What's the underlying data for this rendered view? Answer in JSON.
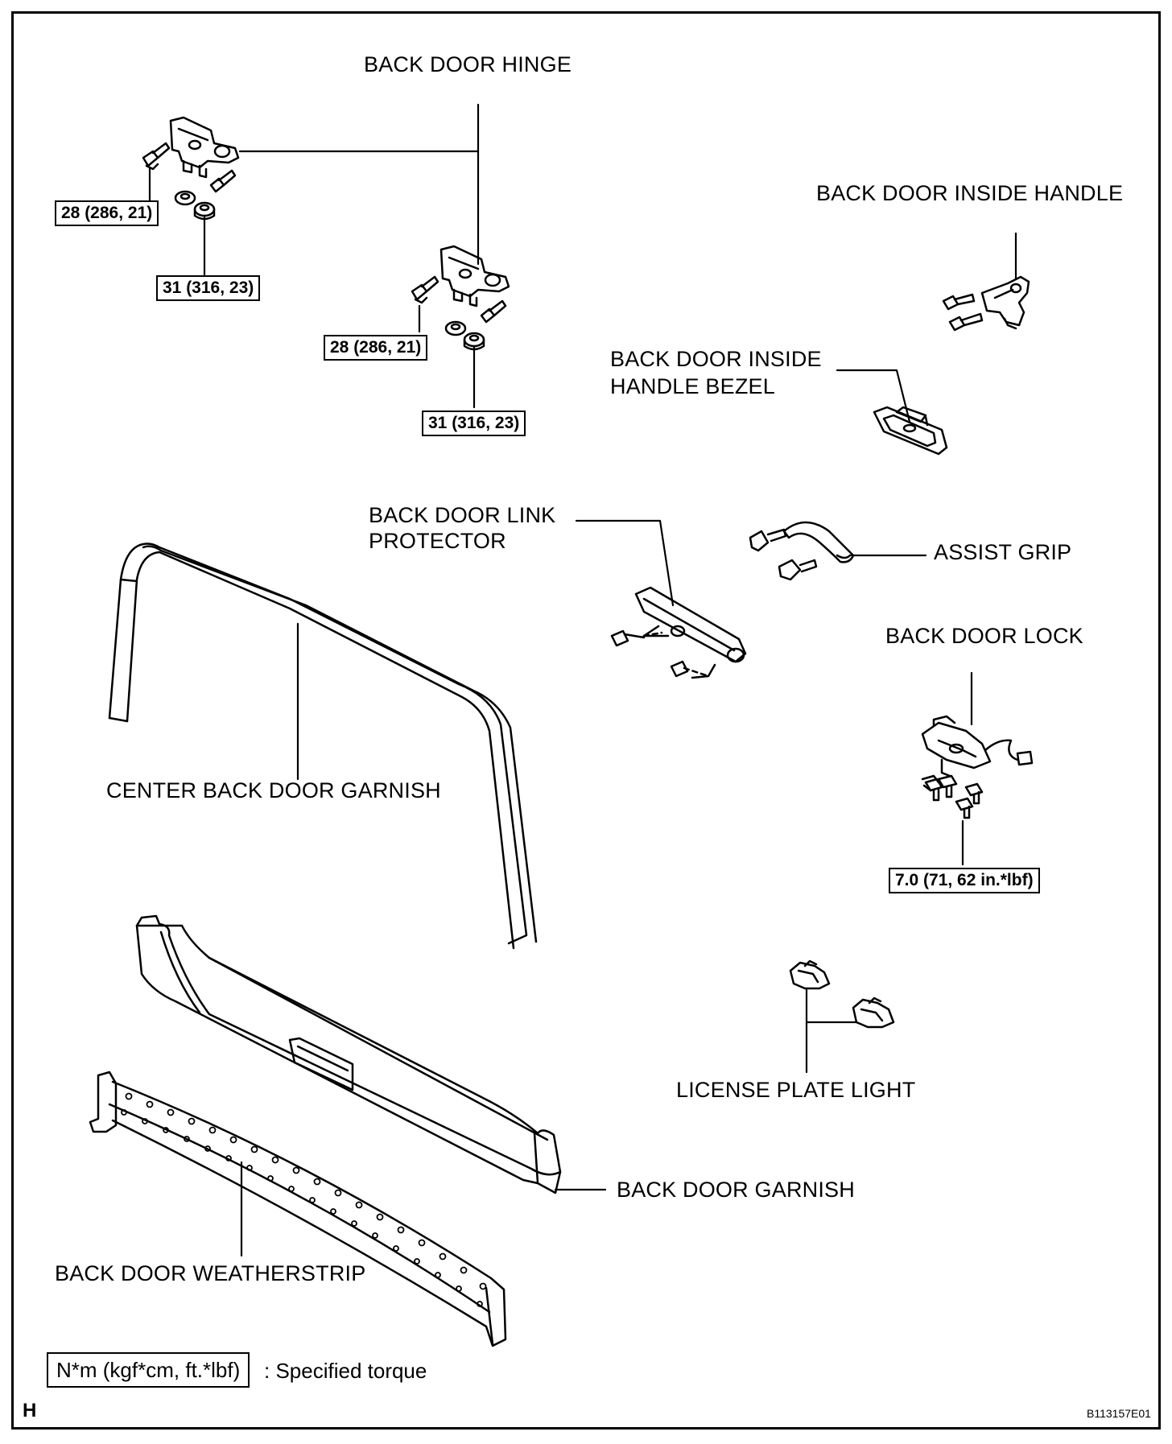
{
  "labels": {
    "back_door_hinge": "BACK DOOR HINGE",
    "back_door_inside_handle": "BACK DOOR INSIDE HANDLE",
    "back_door_inside_handle_bezel_line1": "BACK DOOR INSIDE",
    "back_door_inside_handle_bezel_line2": "HANDLE BEZEL",
    "back_door_link_protector_line1": "BACK DOOR LINK",
    "back_door_link_protector_line2": "PROTECTOR",
    "assist_grip": "ASSIST GRIP",
    "back_door_lock": "BACK DOOR LOCK",
    "center_back_door_garnish": "CENTER BACK DOOR GARNISH",
    "license_plate_light": "LICENSE PLATE LIGHT",
    "back_door_garnish": "BACK DOOR GARNISH",
    "back_door_weatherstrip": "BACK DOOR WEATHERSTRIP"
  },
  "torques": {
    "hinge_left_bolt": "28 (286, 21)",
    "hinge_left_nut": "31 (316, 23)",
    "hinge_right_bolt": "28 (286, 21)",
    "hinge_right_nut": "31 (316, 23)",
    "lock": "7.0 (71, 62 in.*lbf)"
  },
  "legend": {
    "units": "N*m (kgf*cm, ft.*lbf)",
    "meaning": ": Specified torque"
  },
  "corner_letter": "H",
  "figure_code": "B113157E01"
}
